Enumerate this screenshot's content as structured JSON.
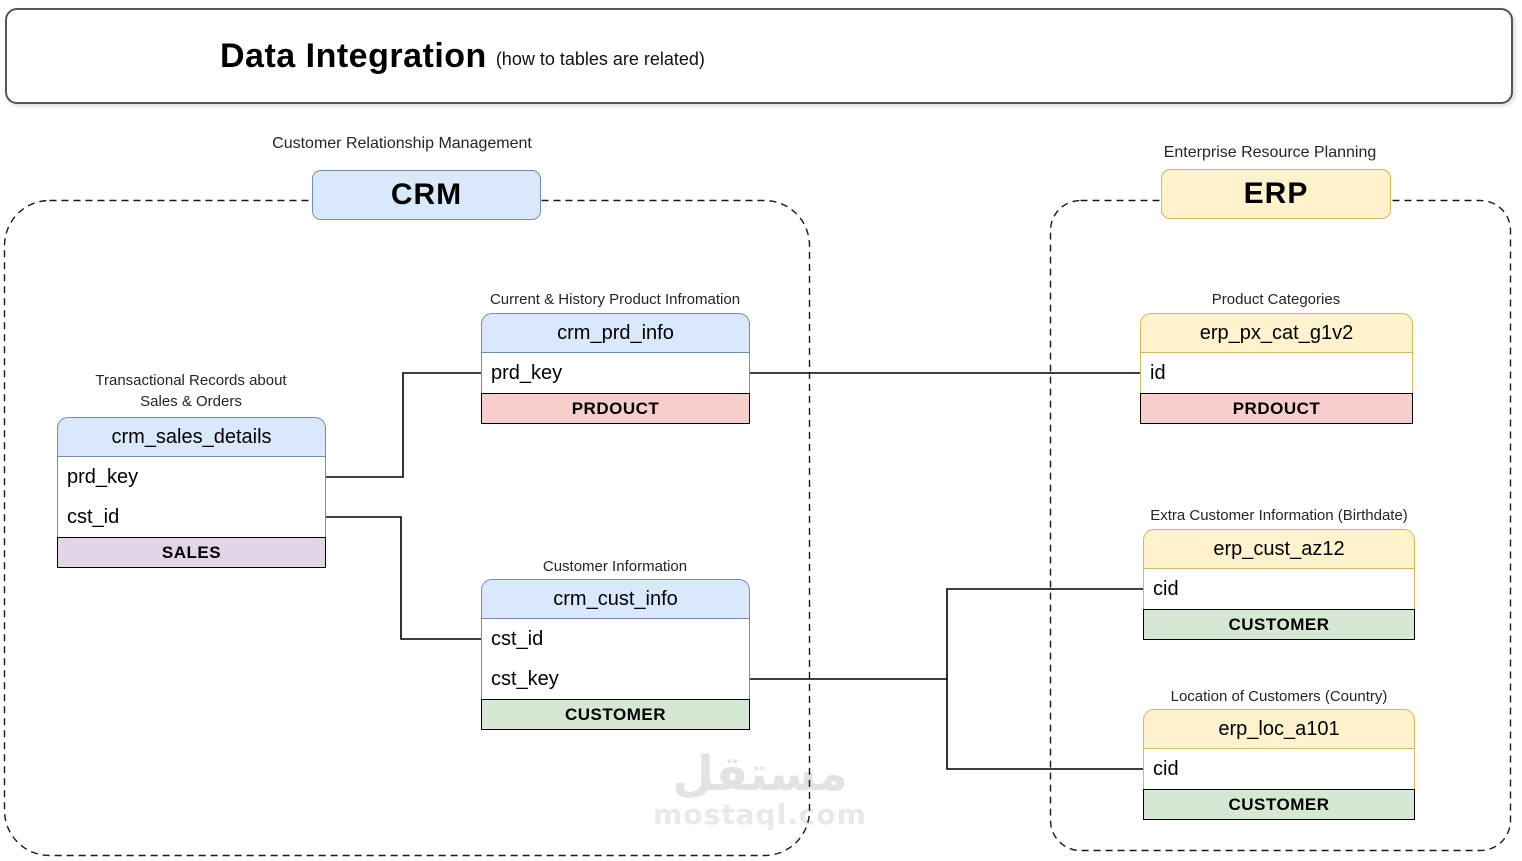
{
  "palette": {
    "blue_fill": "#dae8fc",
    "blue_stroke": "#6c8ebf",
    "yellow_fill": "#fff2cc",
    "yellow_stroke": "#d6b656",
    "red_fill": "#f8cecc",
    "red_stroke": "#b85450",
    "green_fill": "#d5e8d4",
    "green_stroke": "#82b366",
    "purple_fill": "#e1d5e7",
    "purple_stroke": "#9673a6",
    "connector_color": "#000000"
  },
  "title_bar": {
    "title": "Data Integration",
    "subtitle": "(how to tables are related)"
  },
  "groups": {
    "crm": {
      "caption": "Customer Relationship Management",
      "label": "CRM"
    },
    "erp": {
      "caption": "Enterprise Resource Planning",
      "label": "ERP"
    }
  },
  "tables": [
    {
      "caption": "Transactional Records about\nSales & Orders",
      "name": "crm_sales_details",
      "fields": [
        "prd_key",
        "cst_id"
      ],
      "footer": "SALES"
    },
    {
      "caption": "Current & History Product Infromation",
      "name": "crm_prd_info",
      "fields": [
        "prd_key"
      ],
      "footer": "PRDOUCT"
    },
    {
      "caption": "Customer Information",
      "name": "crm_cust_info",
      "fields": [
        "cst_id",
        "cst_key"
      ],
      "footer": "CUSTOMER"
    },
    {
      "caption": "Product Categories",
      "name": "erp_px_cat_g1v2",
      "fields": [
        "id"
      ],
      "footer": "PRDOUCT"
    },
    {
      "caption": "Extra Customer Information (Birthdate)",
      "name": "erp_cust_az12",
      "fields": [
        "cid"
      ],
      "footer": "CUSTOMER"
    },
    {
      "caption": "Location of Customers (Country)",
      "name": "erp_loc_a101",
      "fields": [
        "cid"
      ],
      "footer": "CUSTOMER"
    }
  ],
  "watermark": {
    "text_arabic": "مستقل",
    "text_domain": "mostaql.com"
  }
}
